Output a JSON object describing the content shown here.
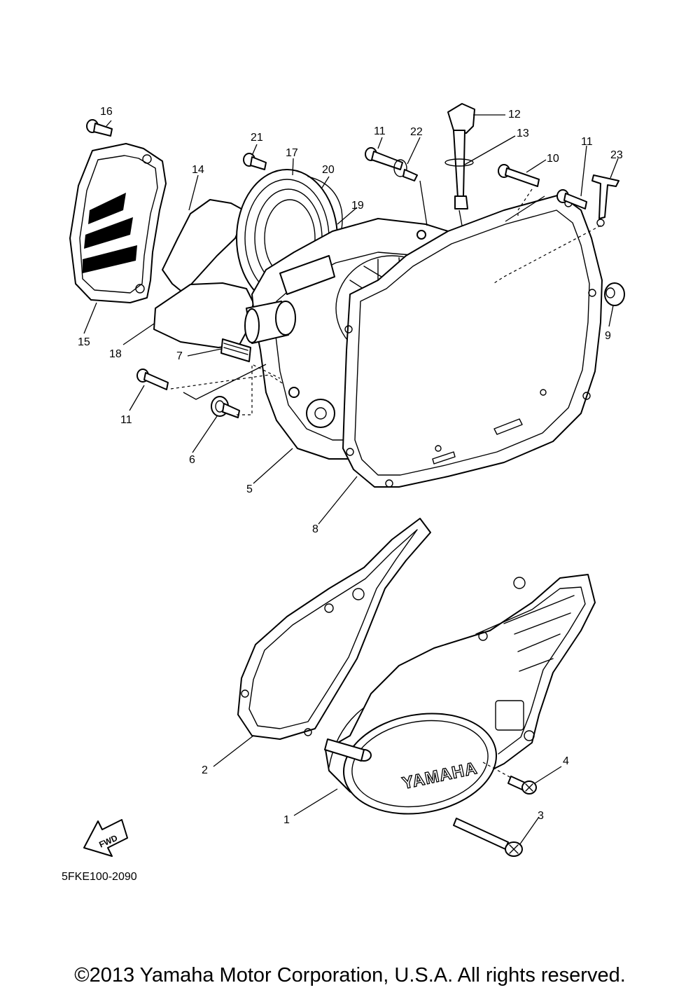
{
  "diagram": {
    "code": "5FKE100-2090",
    "brand_logo": "YAMAHA",
    "fwd_label": "FWD",
    "copyright": "©2013 Yamaha Motor Corporation, U.S.A. All rights reserved.",
    "callouts": [
      "1",
      "2",
      "3",
      "4",
      "5",
      "6",
      "7",
      "8",
      "9",
      "10",
      "11",
      "11",
      "11",
      "12",
      "13",
      "14",
      "15",
      "16",
      "17",
      "18",
      "19",
      "20",
      "21",
      "22",
      "23"
    ]
  }
}
